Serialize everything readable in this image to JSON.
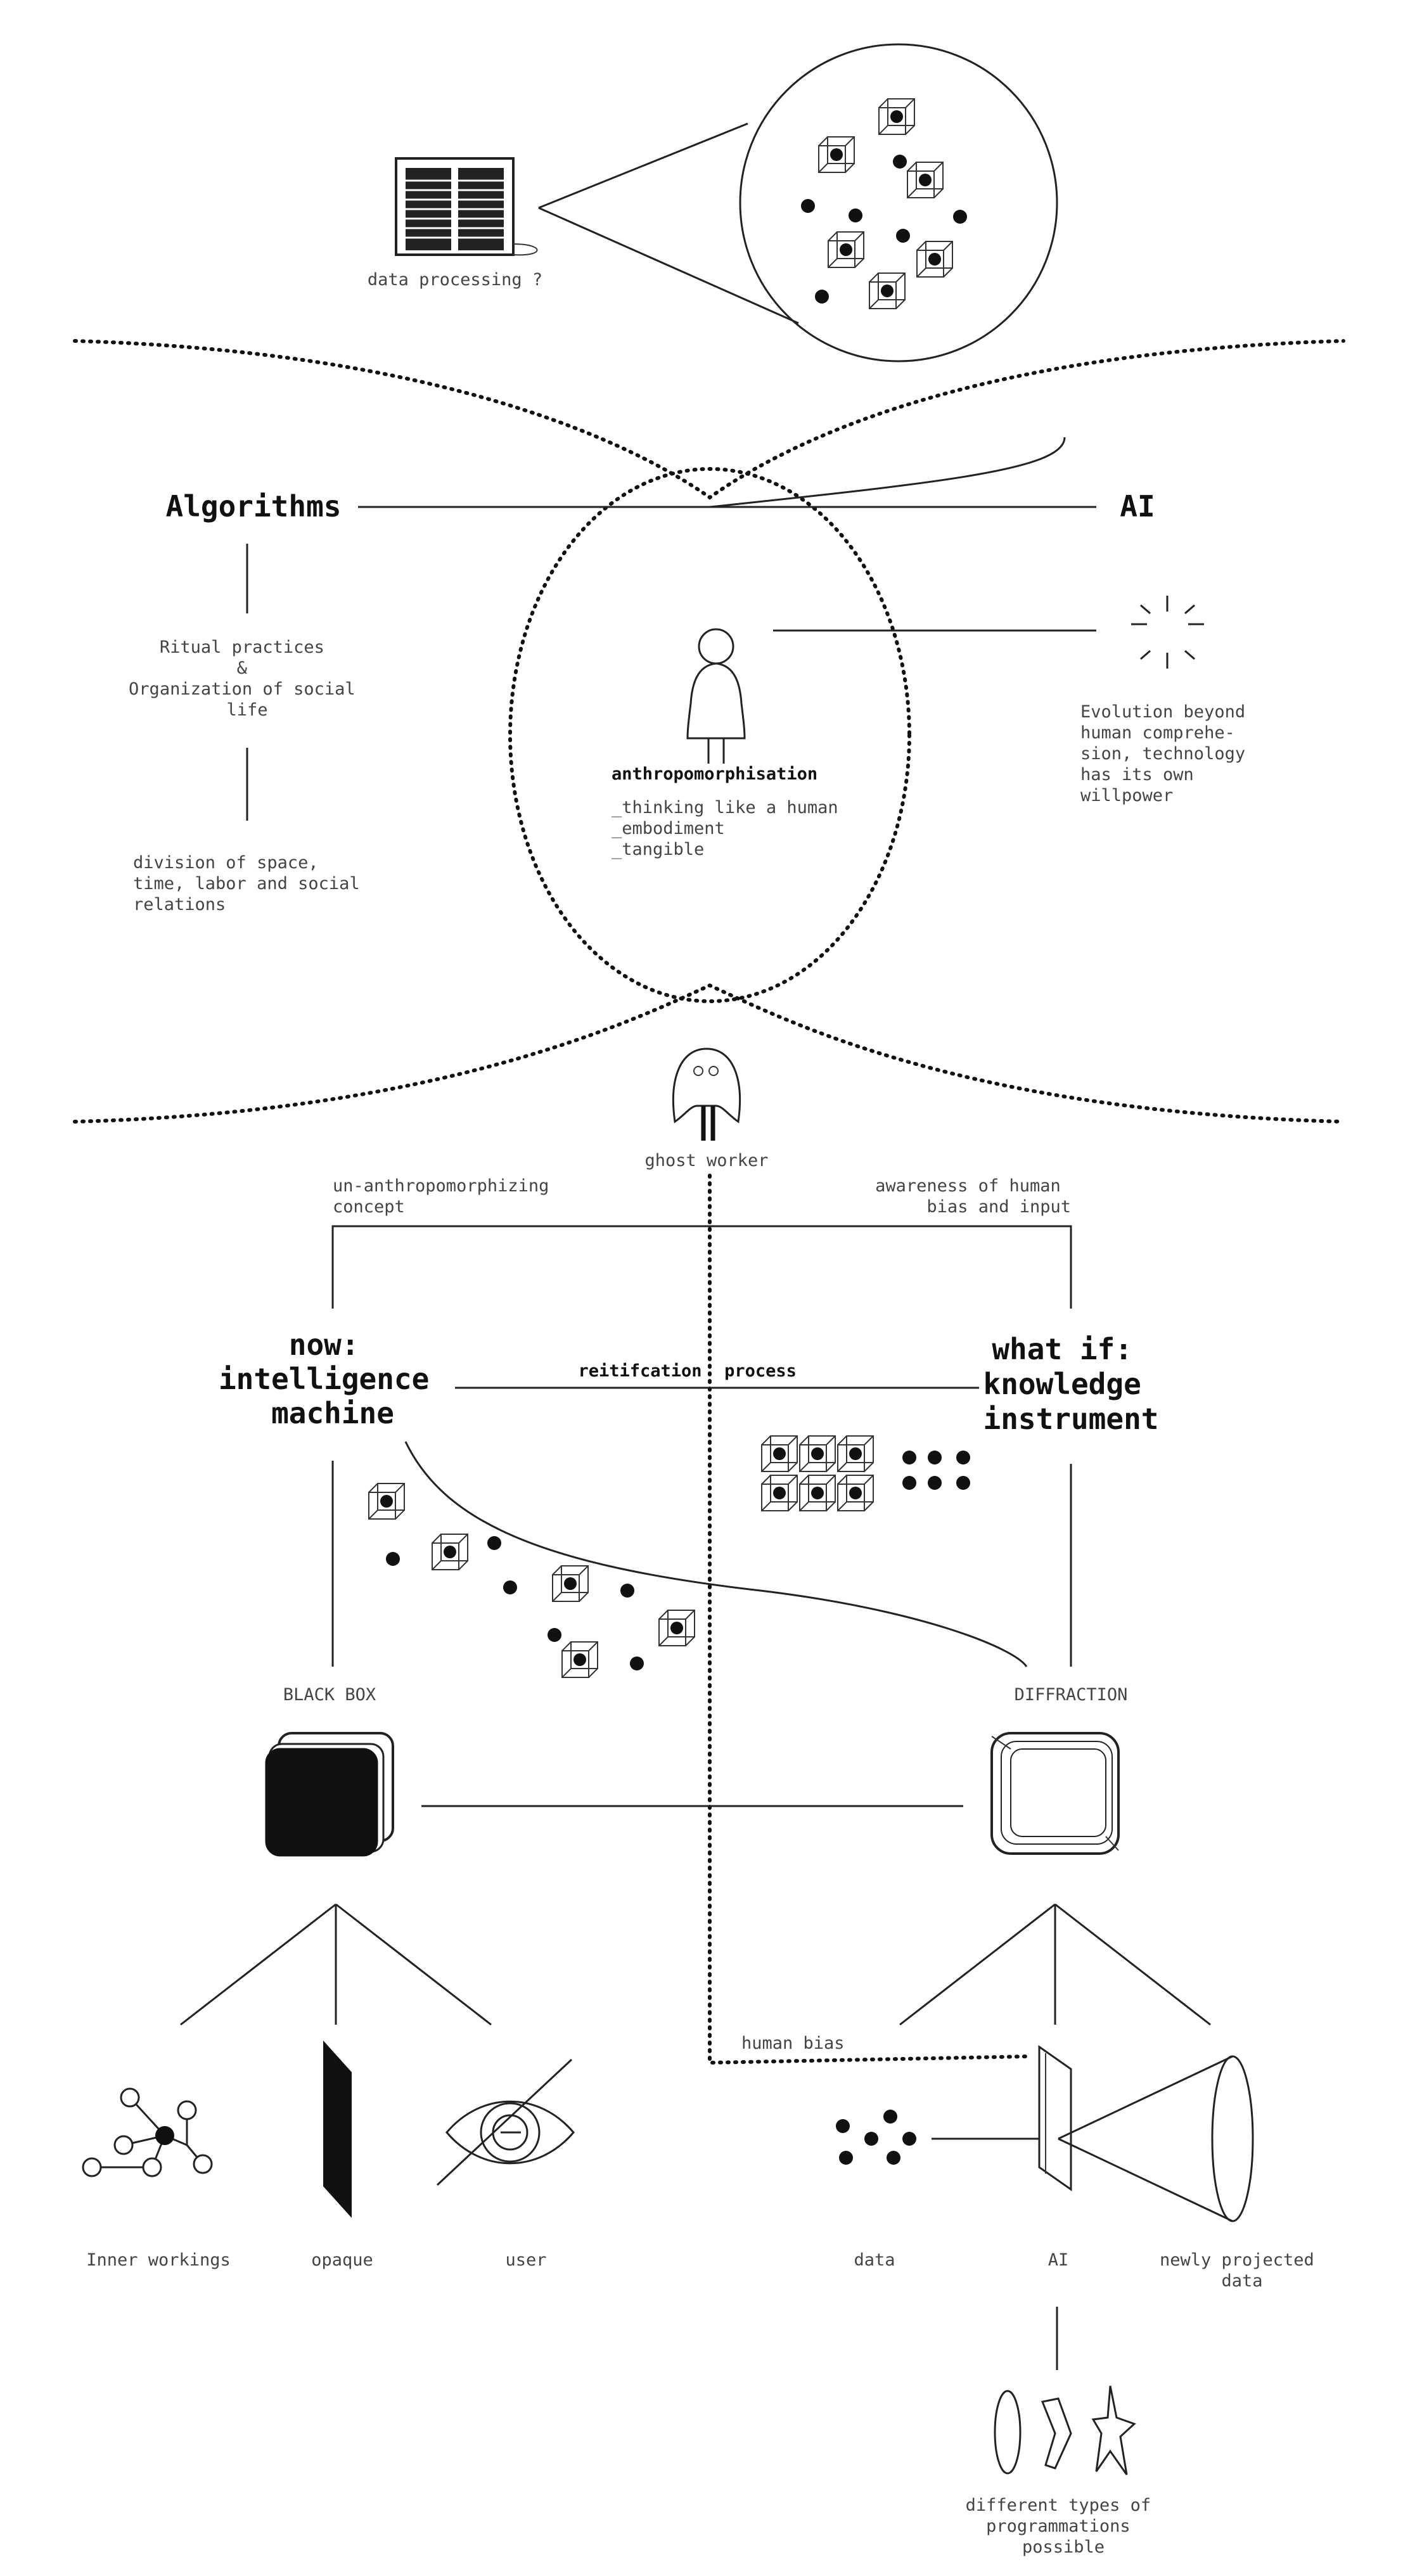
{
  "top": {
    "data_processing_label": "data processing ?"
  },
  "middle": {
    "algorithms_title": "Algorithms",
    "ai_title": "AI",
    "ritual_lines": [
      "Ritual practices",
      "&",
      "Organization of social",
      "life"
    ],
    "division_lines": [
      "division of space,",
      "time, labor and social",
      "relations"
    ],
    "anthropo_title": "anthropomorphisation",
    "anthropo_lines": [
      "_thinking like a human",
      "_embodiment",
      "_tangible"
    ],
    "evolution_lines": [
      "Evolution beyond",
      "human comprehe-",
      "sion, technology",
      "has its own",
      "willpower"
    ]
  },
  "ghost": {
    "label": "ghost worker"
  },
  "lower": {
    "un_anthro_lines": [
      "un-anthropomorphizing",
      "concept"
    ],
    "awareness_lines": [
      "awareness of human",
      "bias and input"
    ],
    "now_lines": [
      "now:",
      "intelligence",
      "machine"
    ],
    "whatif_lines": [
      "what if:",
      "knowledge",
      "instrument"
    ],
    "reification_left": "reitifcation",
    "reification_right": "process",
    "black_box_label": "BLACK BOX",
    "diffraction_label": "DIFFRACTION",
    "human_bias_label": "human bias"
  },
  "bottom": {
    "inner_workings_label": "Inner workings",
    "opaque_label": "opaque",
    "user_label": "user",
    "data_label": "data",
    "ai_label": "AI",
    "projected_lines": [
      "newly projected",
      "data"
    ],
    "programmations_lines": [
      "different types of",
      "programmations",
      "possible"
    ]
  },
  "icons": [
    "server-icon",
    "cube-icon",
    "person-icon",
    "sparkle-icon",
    "ghost-icon",
    "black-box-icon",
    "diffraction-box-icon",
    "network-icon",
    "opaque-panel-icon",
    "crossed-eye-icon",
    "prism-icon",
    "cone-icon",
    "ellipse-shape-icon",
    "hexagon-shape-icon",
    "star-shape-icon"
  ]
}
